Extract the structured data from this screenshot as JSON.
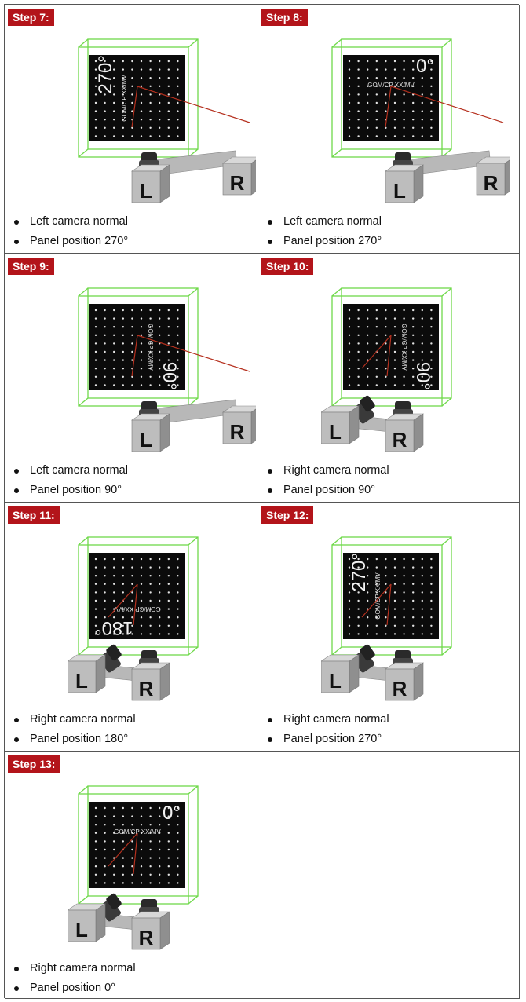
{
  "cells": [
    {
      "step": "Step 7:",
      "angle": "270°",
      "active_camera": "L",
      "rot": 270,
      "bullets": [
        "Left camera normal",
        "Panel position 270°"
      ]
    },
    {
      "step": "Step 8:",
      "angle": "0°",
      "active_camera": "L",
      "rot": 0,
      "bullets": [
        "Left camera normal",
        "Panel position 270°"
      ]
    },
    {
      "step": "Step 9:",
      "angle": "90°",
      "active_camera": "L",
      "rot": 90,
      "bullets": [
        "Left camera normal",
        "Panel position 90°"
      ]
    },
    {
      "step": "Step 10:",
      "angle": "90°",
      "active_camera": "R",
      "rot": 90,
      "bullets": [
        "Right camera normal",
        "Panel position 90°"
      ]
    },
    {
      "step": "Step 11:",
      "angle": "180°",
      "active_camera": "R",
      "rot": 180,
      "bullets": [
        "Right camera normal",
        "Panel position 180°"
      ]
    },
    {
      "step": "Step 12:",
      "angle": "270°",
      "active_camera": "R",
      "rot": 270,
      "bullets": [
        "Right camera normal",
        "Panel position 270°"
      ]
    },
    {
      "step": "Step 13:",
      "angle": "0°",
      "active_camera": "R",
      "rot": 0,
      "bullets": [
        "Right camera normal",
        "Panel position 0°"
      ]
    }
  ],
  "panel_label": "GOM/CP XX/MV",
  "camera_labels": {
    "left": "L",
    "right": "R"
  },
  "colors": {
    "badge": "#b3141a",
    "frame": "#6fd94a",
    "ray": "#b5301e",
    "panel": "#0b0b0b"
  }
}
